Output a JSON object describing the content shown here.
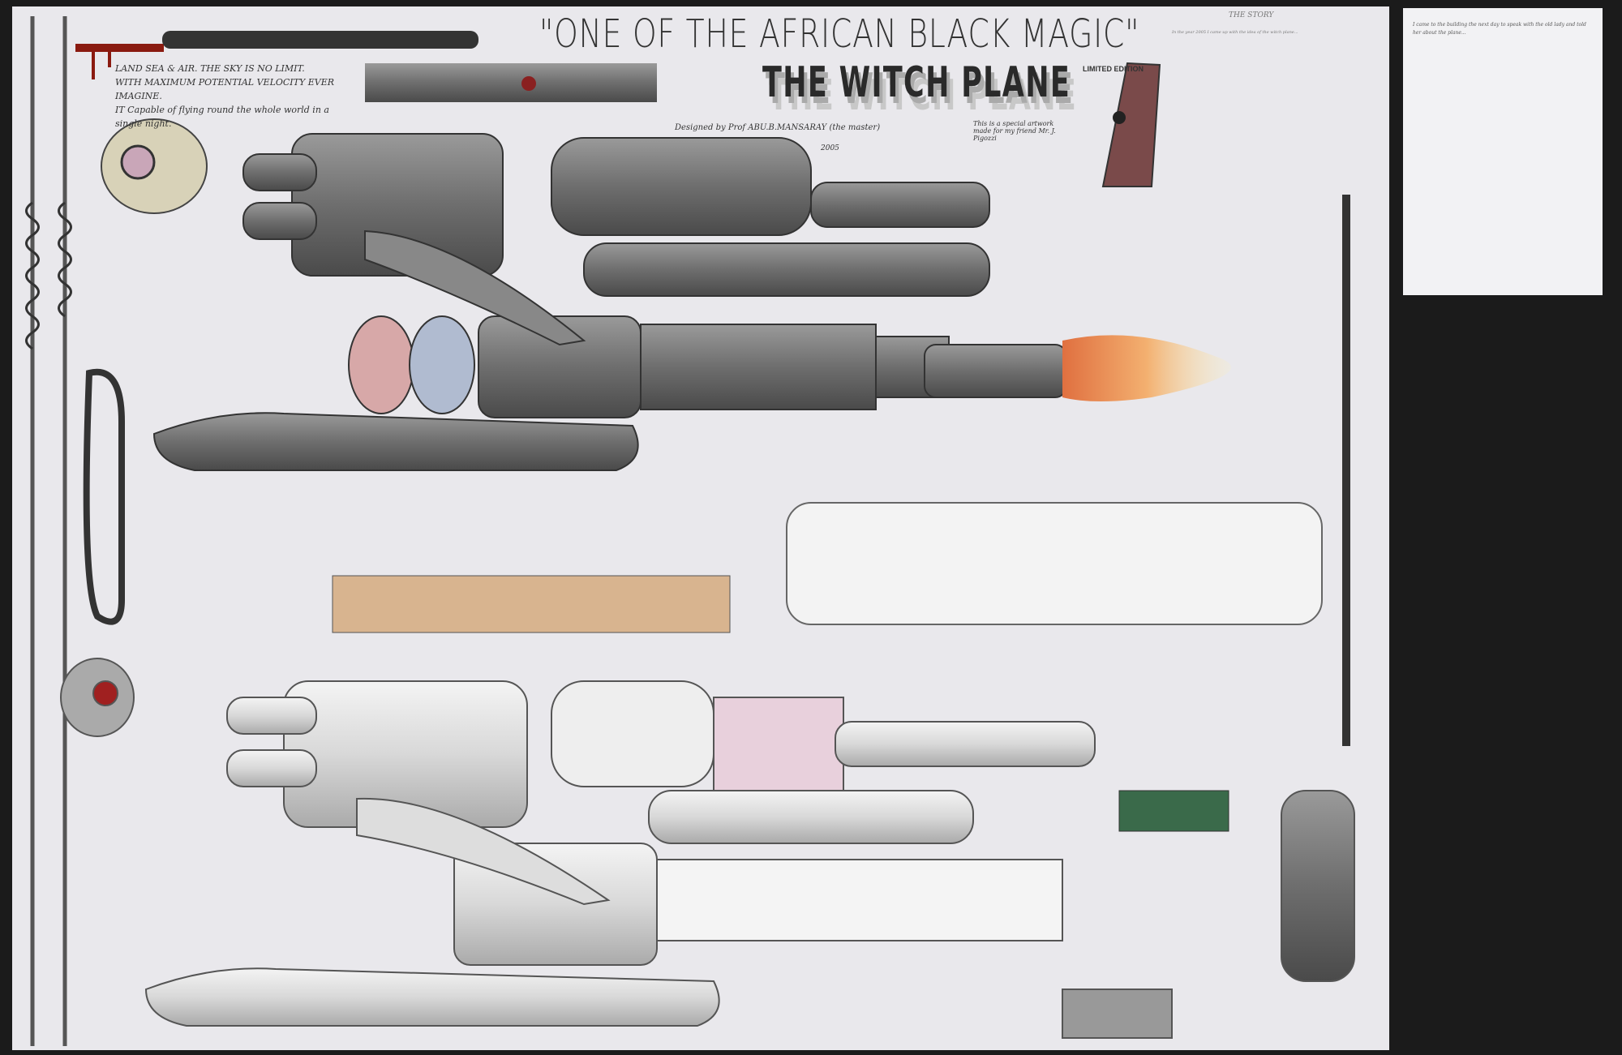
{
  "artwork": {
    "title": "\"ONE OF THE AFRICAN BLACK MAGIC\"",
    "subtitle": "THE WITCH PLANE",
    "edition": "LIMITED EDITION",
    "tagline": [
      "LAND SEA & AIR. THE SKY IS NO LIMIT.",
      "WITH MAXIMUM POTENTIAL VELOCITY EVER IMAGINE.",
      "IT Capable of flying round the whole world in a single night."
    ],
    "designer": "Designed by Prof ABU.B.MANSARAY (the master)",
    "year": "2005",
    "dedication": "This is a special artwork made for my friend Mr. J. Pigozzi",
    "story_label": "THE STORY",
    "story_excerpt": "In the year 2005 I came up with the idea of the witch plane...",
    "note_excerpt": "I came to the building the next day to speak with the old lady and told her about the plane...",
    "colors": {
      "paper": "#e9e8ec",
      "metal": "#7a7a7a",
      "flame": "#f0a060",
      "blood": "#8a1a10",
      "frame": "#1b1b1b"
    }
  }
}
